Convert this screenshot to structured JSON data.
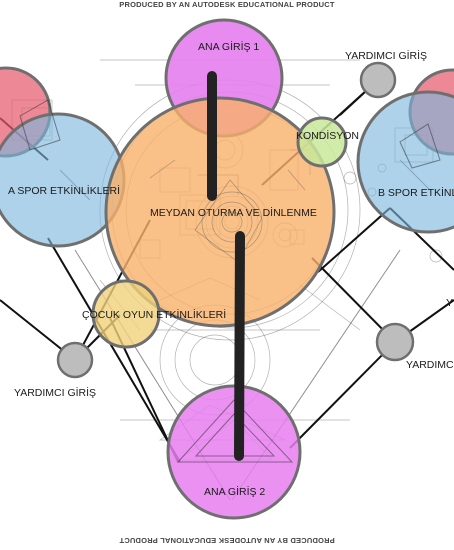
{
  "watermark": {
    "top": "PRODUCED BY AN AUTODESK EDUCATIONAL PRODUCT",
    "bottom": "PRODUCED BY AN AUTODESK EDUCATIONAL PRODUCT"
  },
  "zones": {
    "ana_giris_1": "ANA GİRİŞ 1",
    "ana_giris_2": "ANA GİRİŞ 2",
    "meydan": "MEYDAN OTURMA VE DİNLENME",
    "kondisyon": "KONDİSYON",
    "a_spor": "A SPOR ETKİNLİKLERİ",
    "b_spor": "B SPOR ETKİNLİKLERİ",
    "cocuk": "ÇOCUK OYUN ETKİNLİKLERİ",
    "yardimci_giris_top_right": "YARDIMCI GİRİŞ",
    "yardimci_giris_left": "YARDIMCI GİRİŞ",
    "yardimci_giris_right": "YARDIMCI",
    "yardimci_giris_edge": "Y"
  },
  "colors": {
    "entrance": "#e67ef0",
    "plaza": "#f7b06a",
    "sport": "#7bb6dd",
    "sport_accent": "#e65a6e",
    "child": "#f1d27a",
    "fitness": "#c9e79a",
    "secondary_entrance": "#bdbdbd",
    "outline": "#6f6f6f",
    "axis": "#222222"
  }
}
